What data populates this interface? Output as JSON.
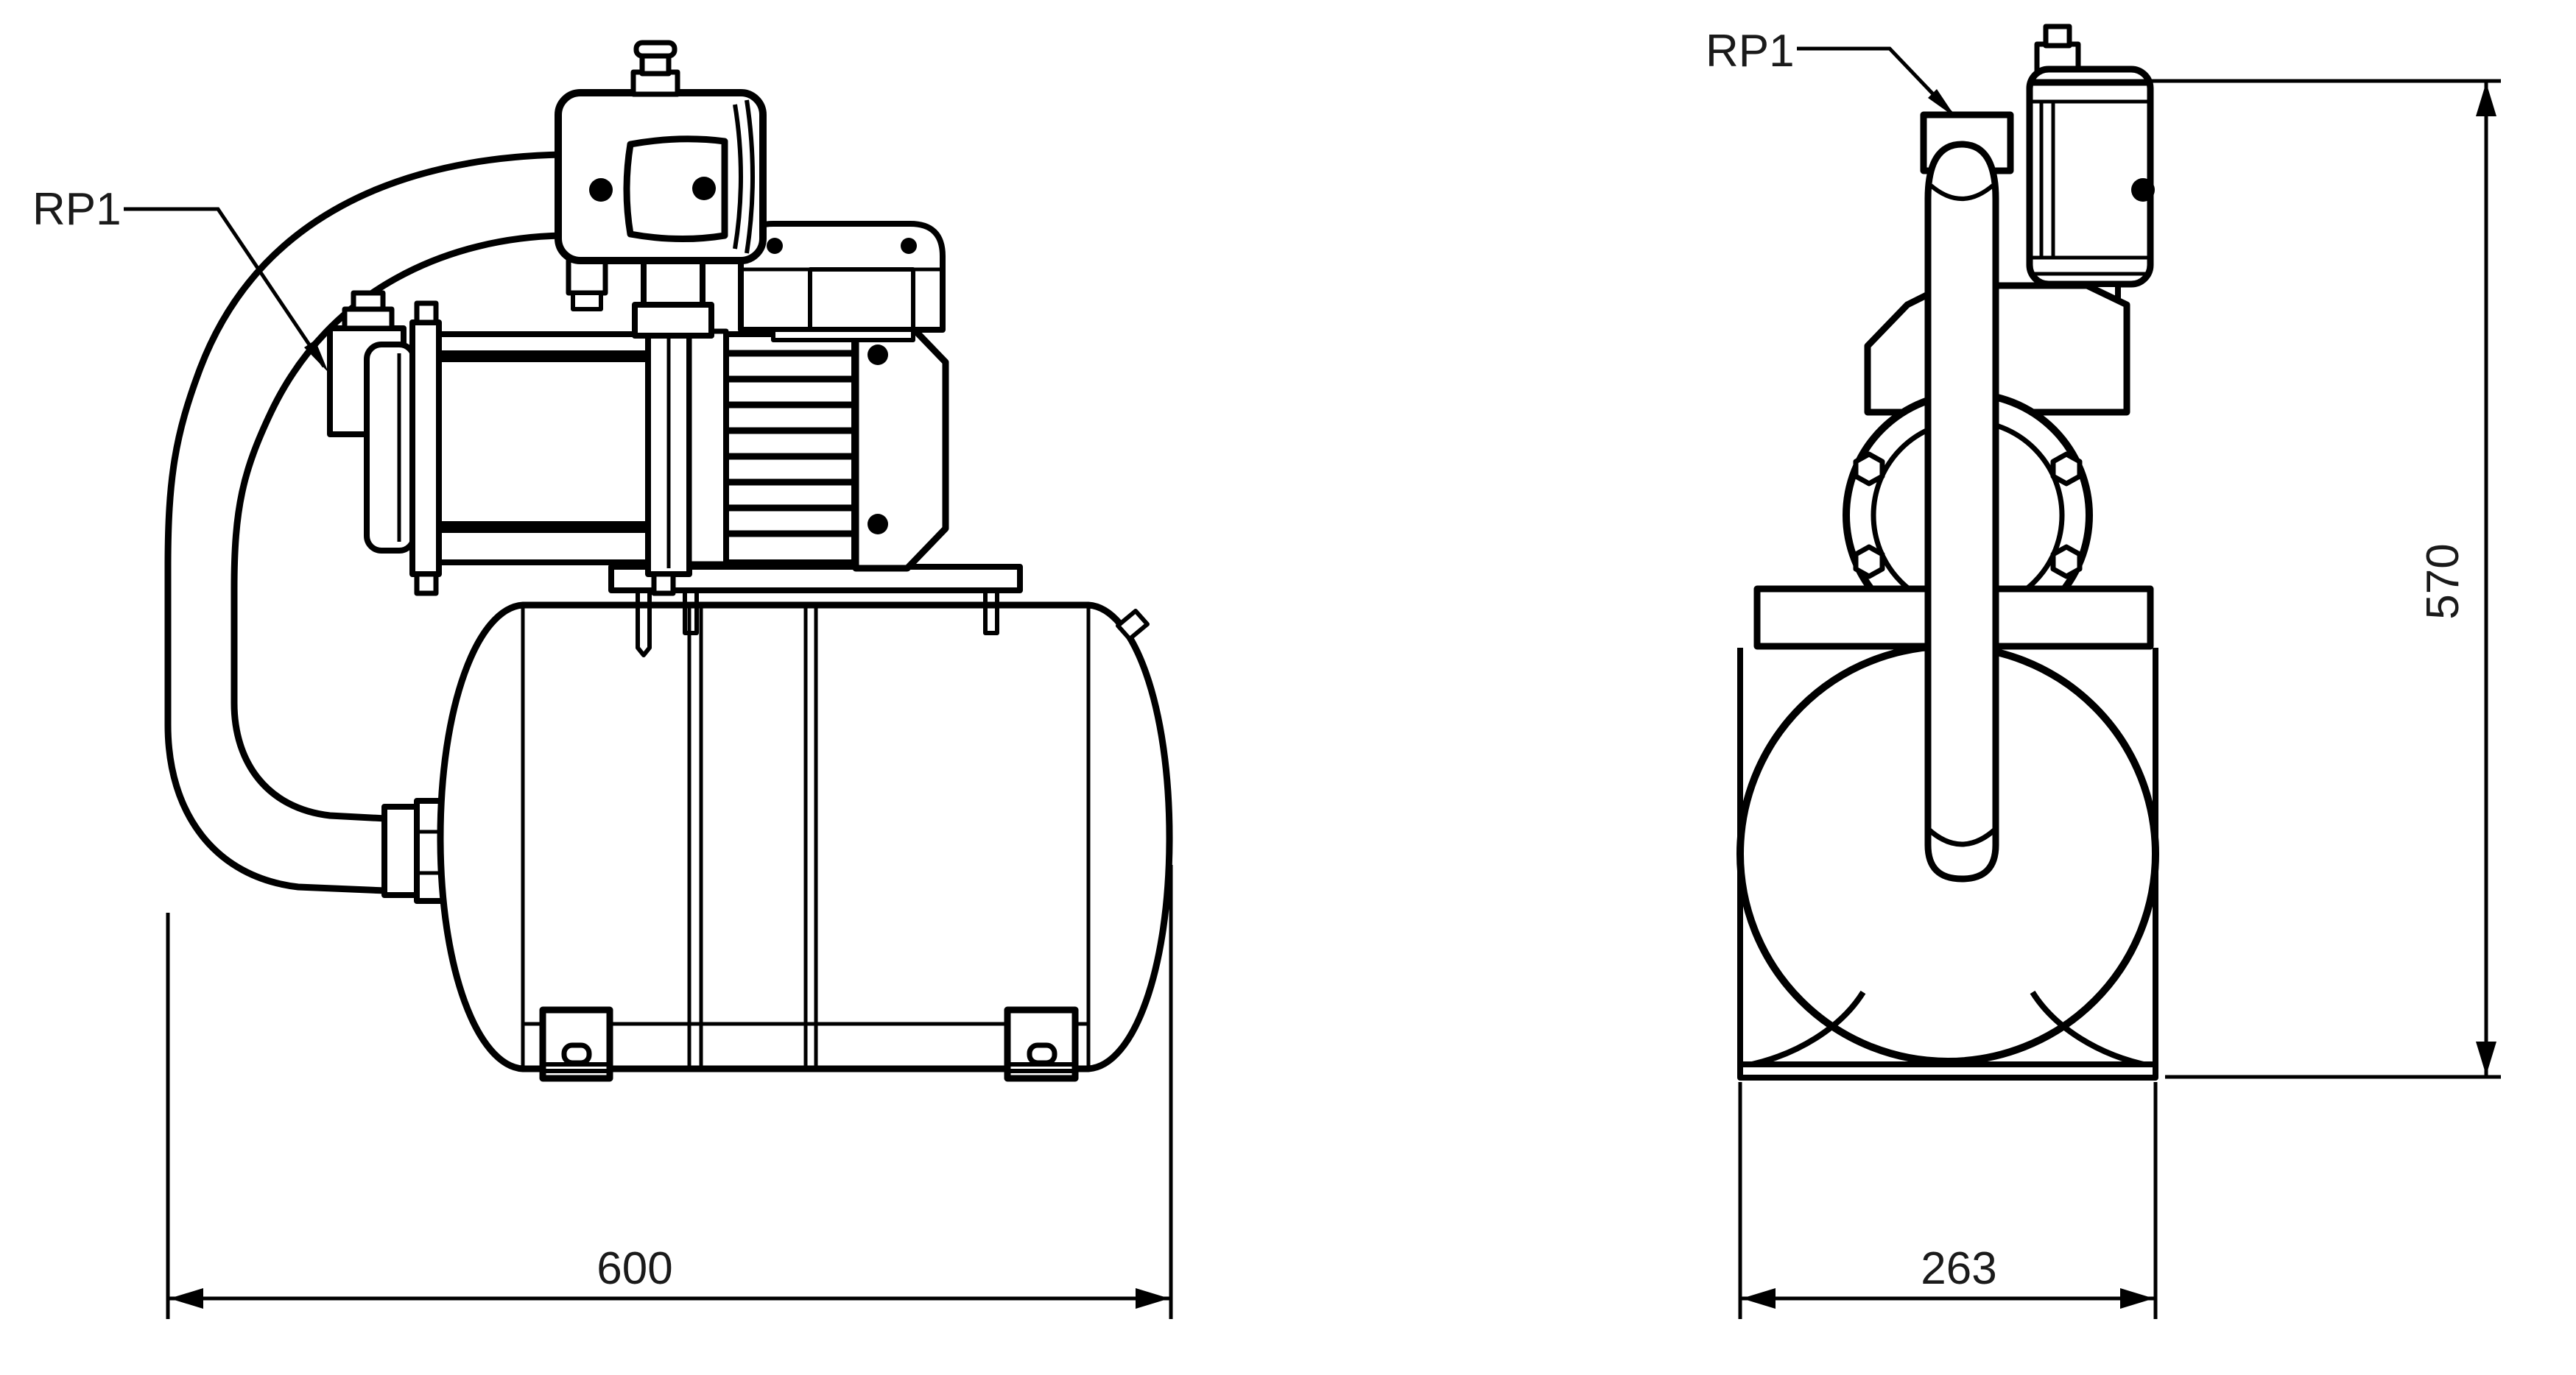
{
  "colors": {
    "background": "#ffffff",
    "line": "#000000",
    "text": "#1a1a1a"
  },
  "views": {
    "side": {
      "callout_label": "RP1",
      "dimensions": {
        "overall_width": "600"
      }
    },
    "front": {
      "callout_label": "RP1",
      "dimensions": {
        "base_width": "263",
        "overall_height": "570"
      }
    }
  }
}
